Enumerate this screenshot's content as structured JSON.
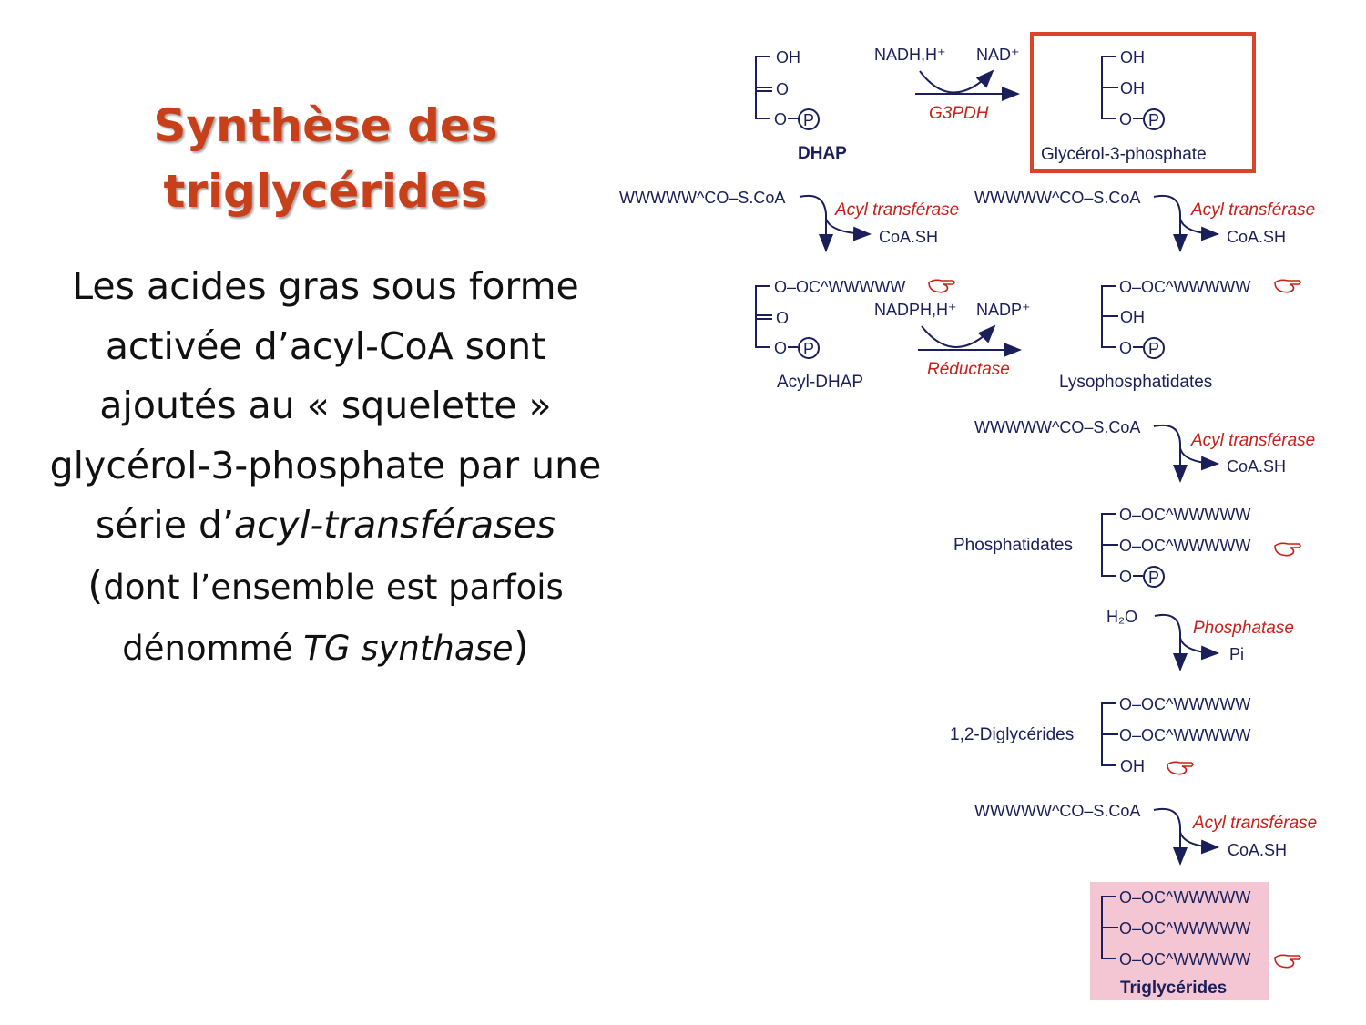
{
  "title": {
    "line1": "Synthèse des",
    "line2": "triglycérides"
  },
  "text": {
    "line1": "Les acides gras sous forme",
    "line2": "activée d’acyl-CoA sont",
    "line3": "ajoutés au « squelette »",
    "line4": "glycérol-3-phosphate par une",
    "line5_pre": "série d’",
    "line5_em": "acyl-transférases",
    "line6_open": "(",
    "line6": "dont l’ensemble est parfois",
    "line7_pre": "dénommé ",
    "line7_em": "TG synthase",
    "line7_close": ")"
  },
  "diagram": {
    "oh": "OH",
    "o": "O",
    "op": "O",
    "p": "P",
    "dhap": "DHAP",
    "nadh": "NADH,H⁺",
    "nad": "NAD⁺",
    "g3pdh": "G3PDH",
    "g3p": "Glycérol-3-phosphate",
    "acylcoa": "WWWWW^CO–S.CoA",
    "acyl_transferase": "Acyl transférase",
    "coash": "CoA.SH",
    "acyl_chain": "O–OC^WWWWW",
    "nadph": "NADPH,H⁺",
    "nadp": "NADP⁺",
    "reductase": "Réductase",
    "acyl_dhap": "Acyl-DHAP",
    "lyso": "Lysophosphatidates",
    "phosphatidates": "Phosphatidates",
    "h2o": "H₂O",
    "phosphatase": "Phosphatase",
    "pi": "Pi",
    "diglycerides": "1,2-Diglycérides",
    "triglycerides": "Triglycérides"
  },
  "colors": {
    "title": "#c8401a",
    "enzyme": "#c8201a",
    "ink": "#1a1f5a",
    "highlight_box": "#d9442a",
    "tg_fill": "#f4c6d4"
  }
}
